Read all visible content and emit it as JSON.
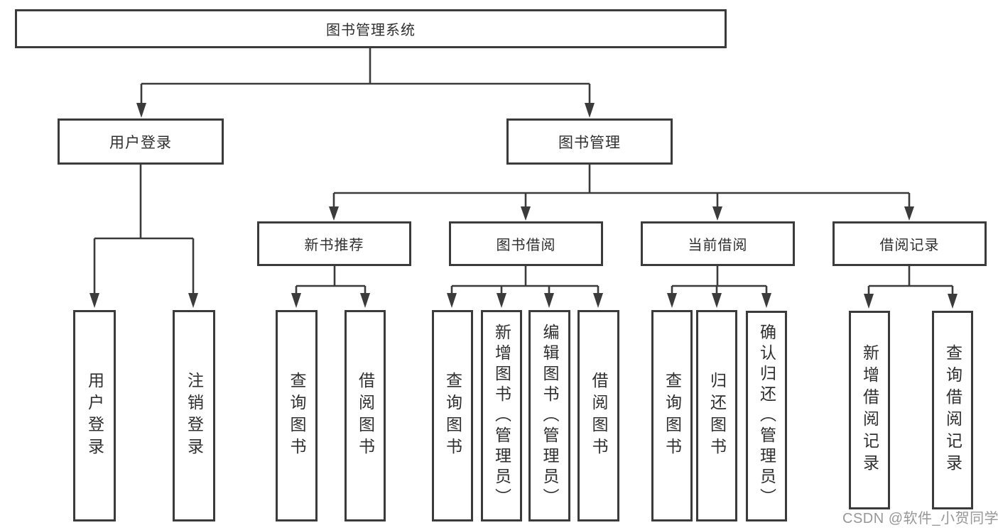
{
  "diagram": {
    "title": "图书管理系统",
    "root": {
      "label": "图书管理系统"
    },
    "level2": [
      {
        "label": "用户登录"
      },
      {
        "label": "图书管理"
      }
    ],
    "level3": [
      {
        "label": "新书推荐"
      },
      {
        "label": "图书借阅"
      },
      {
        "label": "当前借阅"
      },
      {
        "label": "借阅记录"
      }
    ],
    "leaves": [
      {
        "label": "用户登录"
      },
      {
        "label": "注销登录"
      },
      {
        "label": "查询图书"
      },
      {
        "label": "借阅图书"
      },
      {
        "label": "查询图书"
      },
      {
        "label": "新增图书（管理员）"
      },
      {
        "label": "编辑图书（管理员）"
      },
      {
        "label": "借阅图书"
      },
      {
        "label": "查询图书"
      },
      {
        "label": "归还图书"
      },
      {
        "label": "确认归还（管理员）"
      },
      {
        "label": "新增借阅记录"
      },
      {
        "label": "查询借阅记录"
      }
    ]
  },
  "watermark": {
    "text": "CSDN @软件_小贺同学"
  },
  "colors": {
    "line": "#3b3b3b",
    "border": "#3b3b3b",
    "text": "#2f2f2f",
    "watermark": "#8e8e8e",
    "background": "#ffffff"
  }
}
